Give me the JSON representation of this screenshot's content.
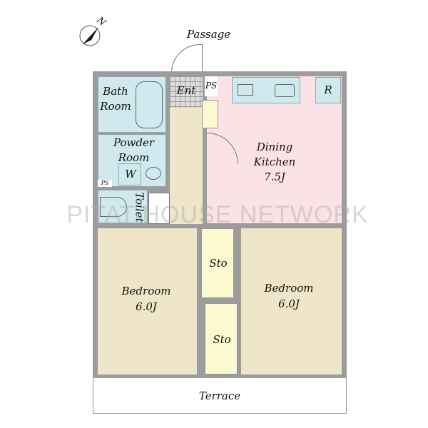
{
  "compass": {
    "label": "N"
  },
  "labels": {
    "passage": "Passage",
    "terrace": "Terrace"
  },
  "rooms": {
    "bath": "Bath Room",
    "entrance": "Ent",
    "ps_top": "PS",
    "ps_small": "PS",
    "powder": "Powder Room",
    "washer": "W",
    "toilet": "Toilet",
    "dk_name": "Dining Kitchen",
    "dk_size": "7.5J",
    "fridge": "R",
    "bed_left_name": "Bedroom",
    "bed_left_size": "6.0J",
    "bed_right_name": "Bedroom",
    "bed_right_size": "6.0J",
    "sto1": "Sto",
    "sto2": "Sto"
  },
  "watermark": "PITAT HOUSE NETWORK",
  "colors": {
    "wall": "#9c9c9c",
    "wet": "#cfe9ef",
    "dk": "#fbe2e7",
    "bedroom": "#efe5c9",
    "storage": "#fbf9cf"
  }
}
